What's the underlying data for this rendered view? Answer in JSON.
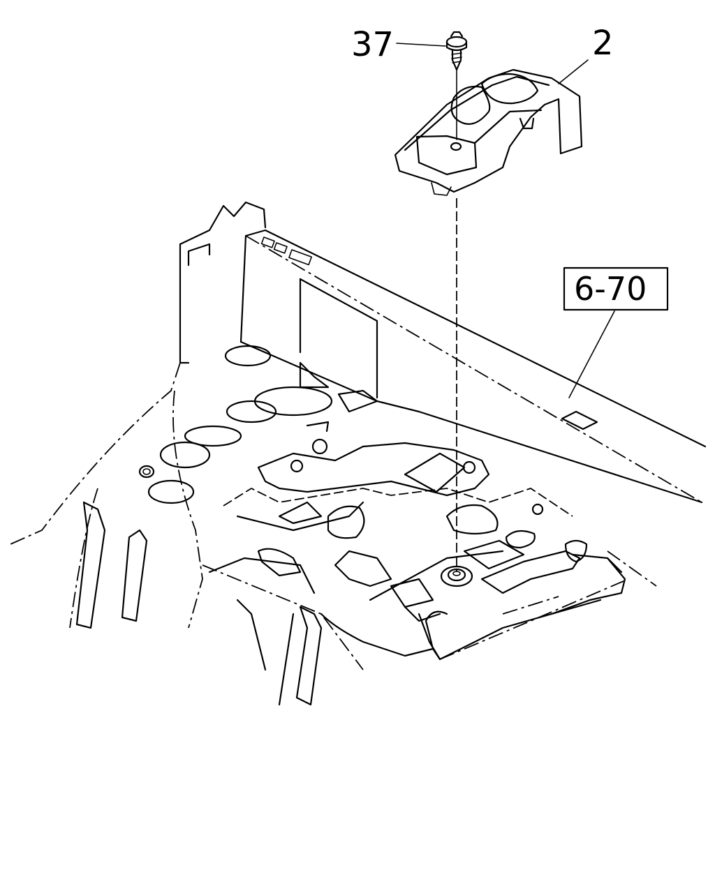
{
  "callouts": {
    "screw_number": "37",
    "bracket_number": "2",
    "reference_box": "6-70"
  }
}
